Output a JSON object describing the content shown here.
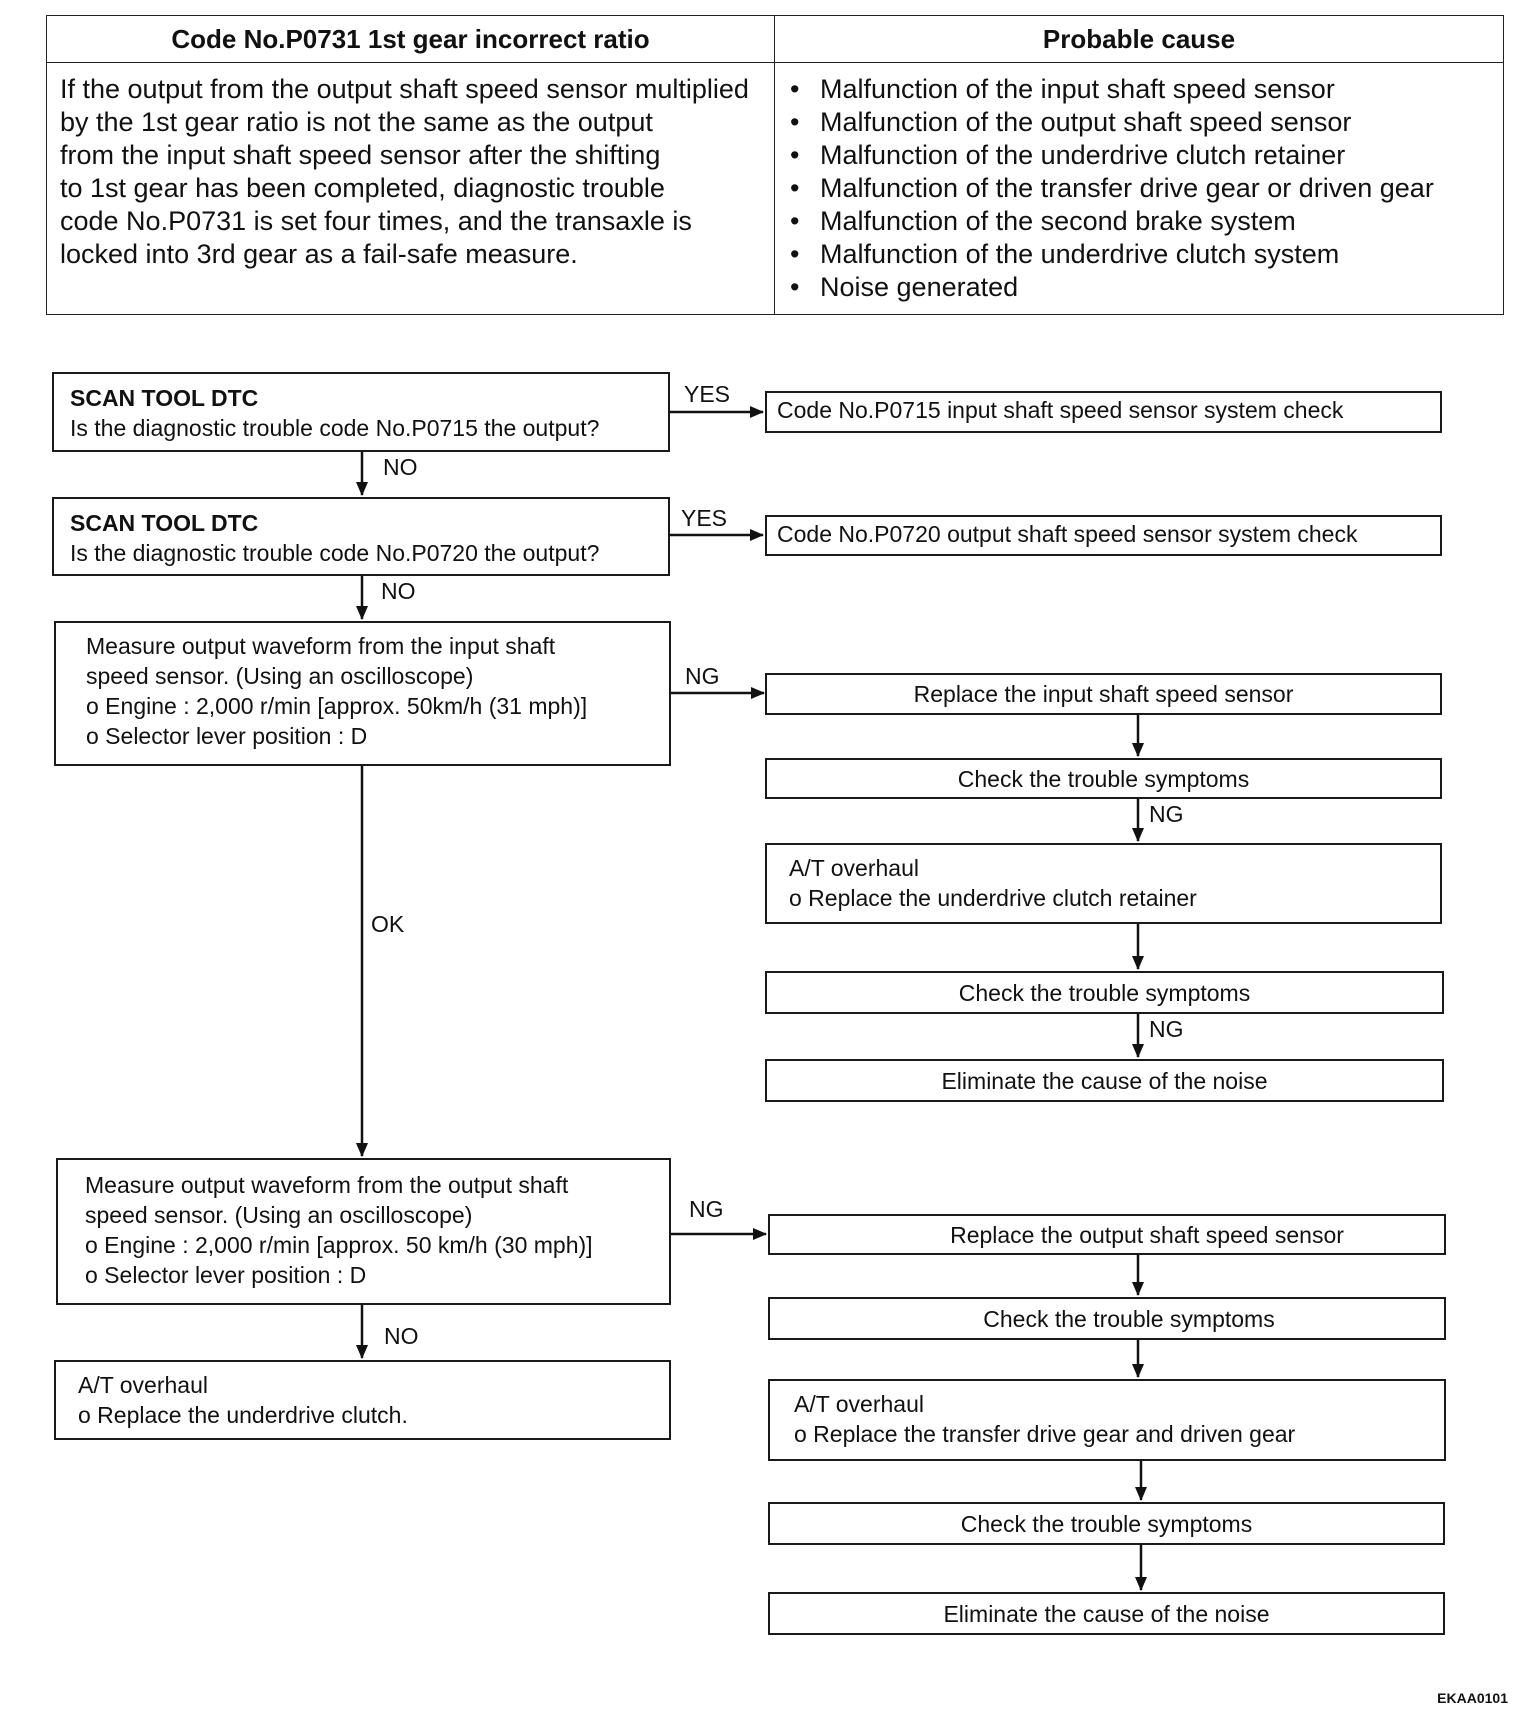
{
  "table": {
    "header_left": "Code No.P0731 1st gear incorrect ratio",
    "header_right": "Probable cause",
    "description": [
      "If the output from the output shaft speed sensor multiplied",
      "by the 1st gear ratio is not the same as the output",
      "from the input shaft speed sensor after the shifting",
      "to 1st gear has been completed, diagnostic trouble",
      "code No.P0731 is set four times, and the transaxle is",
      "locked into 3rd gear as a fail-safe measure."
    ],
    "causes": [
      "Malfunction of the input shaft speed sensor",
      "Malfunction of the output shaft speed sensor",
      "Malfunction of the underdrive clutch retainer",
      "Malfunction of the transfer drive gear or driven gear",
      "Malfunction of the second brake system",
      "Malfunction of the underdrive clutch system",
      "Noise generated"
    ]
  },
  "flow": {
    "q1": {
      "title": "SCAN TOOL DTC",
      "text": "Is the diagnostic trouble code No.P0715 the output?"
    },
    "q1_yes_target": "Code No.P0715 input shaft speed sensor system check",
    "q2": {
      "title": "SCAN TOOL DTC",
      "text": "Is the diagnostic trouble code No.P0720 the output?"
    },
    "q2_yes_target": "Code No.P0720 output shaft speed sensor system check",
    "m1": {
      "line1": "Measure output waveform from the input shaft",
      "line2": "speed sensor. (Using an oscilloscope)",
      "line3": "o Engine : 2,000 r/min [approx. 50km/h (31 mph)]",
      "line4": "o Selector lever position : D"
    },
    "m1_ng": {
      "replace": "Replace the input shaft speed sensor",
      "check1": "Check the trouble symptoms",
      "overhaul_title": "A/T overhaul",
      "overhaul_item": "o Replace the underdrive clutch retainer",
      "check2": "Check the trouble symptoms",
      "eliminate": "Eliminate the cause of the noise"
    },
    "m2": {
      "line1": "Measure output waveform from the output shaft",
      "line2": "speed sensor. (Using an oscilloscope)",
      "line3": "o Engine : 2,000 r/min [approx. 50 km/h (30 mph)]",
      "line4": "o Selector lever position : D"
    },
    "m2_ng": {
      "replace": "Replace the output shaft speed sensor",
      "check1": "Check the trouble symptoms",
      "overhaul_title": "A/T overhaul",
      "overhaul_item": "o Replace the transfer drive gear and driven gear",
      "check2": "Check the trouble symptoms",
      "eliminate": "Eliminate the cause of the noise"
    },
    "final": {
      "title": "A/T overhaul",
      "item": "o Replace the underdrive clutch."
    },
    "labels": {
      "yes": "YES",
      "no": "NO",
      "ng": "NG",
      "ok": "OK"
    }
  },
  "footer_code": "EKAA0101"
}
